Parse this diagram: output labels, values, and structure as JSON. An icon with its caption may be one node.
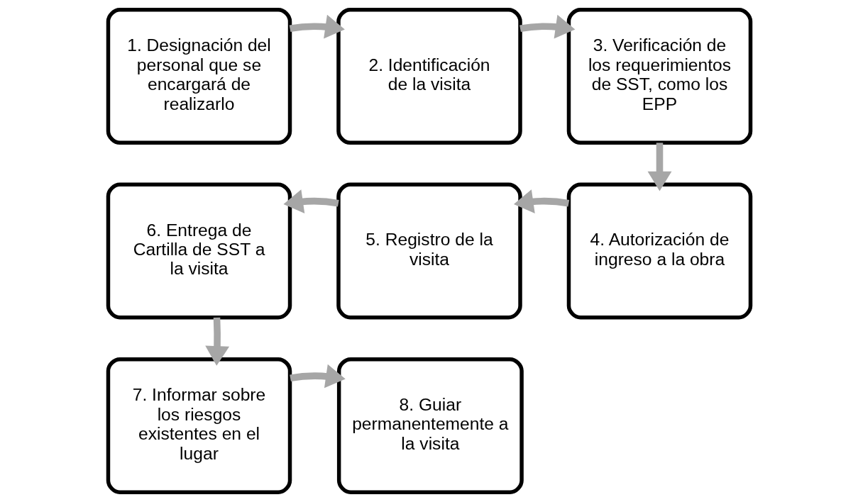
{
  "diagram": {
    "nodes": [
      {
        "text": [
          "1. Designación del personal que se encargará de realizarlo"
        ]
      },
      {
        "text": [
          "2. Identificación de la visita"
        ]
      },
      {
        "text": [
          "3. Verificación de los requerimientos de SST, como los EPP"
        ]
      },
      {
        "text": [
          "4. Autorización de ingreso a la obra"
        ]
      },
      {
        "text": [
          "5. Registro de la visita"
        ]
      },
      {
        "text": [
          "6. Entrega de Cartilla de SST a la visita"
        ]
      },
      {
        "text": [
          "7. Informar sobre los riesgos existentes en el lugar"
        ]
      },
      {
        "text": [
          "8. Guiar permanentemente a la visita"
        ]
      }
    ],
    "edges": [
      {
        "from": 0,
        "to": 1,
        "arrow": "to"
      },
      {
        "from": 1,
        "to": 2,
        "arrow": "to"
      },
      {
        "from": 2,
        "to": 3,
        "arrow": "to"
      },
      {
        "from": 3,
        "to": 4,
        "arrow": "to"
      },
      {
        "from": 4,
        "to": 5,
        "arrow": "to"
      },
      {
        "from": 5,
        "to": 6,
        "arrow": "to"
      },
      {
        "from": 6,
        "to": 7,
        "arrow": "to"
      }
    ]
  }
}
